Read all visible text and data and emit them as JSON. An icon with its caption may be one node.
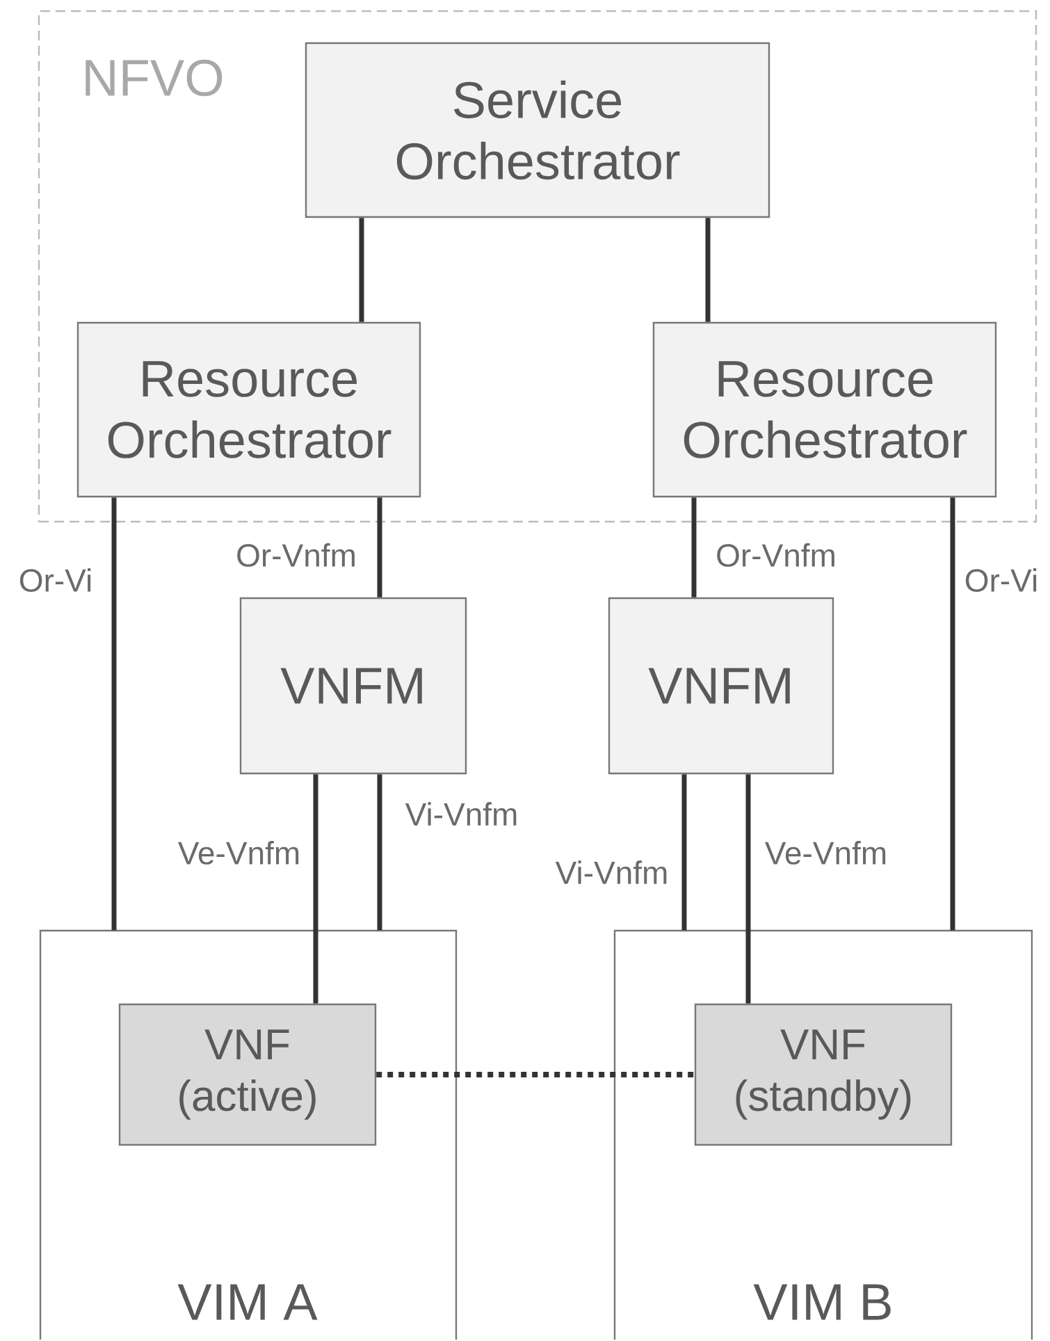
{
  "diagram": {
    "nodes": [
      {
        "text": [
          "NFVO"
        ]
      },
      {
        "text": [
          "Service Orchestrator"
        ],
        "in": 0
      },
      {
        "text": [
          "Resource Orchestrator"
        ],
        "in": 0
      },
      {
        "text": [
          "Resource Orchestrator"
        ],
        "in": 0
      },
      {
        "text": [
          "VNFM"
        ]
      },
      {
        "text": [
          "VNFM"
        ]
      },
      {
        "text": [
          "VIM A"
        ]
      },
      {
        "text": [
          "VIM B"
        ]
      },
      {
        "text": [
          "VNF (active)"
        ],
        "in": 6
      },
      {
        "text": [
          "VNF (standby)"
        ],
        "in": 7
      }
    ],
    "edges": [
      {
        "from": 1,
        "to": 2,
        "arrow": "none"
      },
      {
        "from": 1,
        "to": 3,
        "arrow": "none"
      },
      {
        "from": 2,
        "to": 6,
        "arrow": "none",
        "label": "Or-Vi"
      },
      {
        "from": 2,
        "to": 4,
        "arrow": "none",
        "label": "Or-Vnfm"
      },
      {
        "from": 3,
        "to": 5,
        "arrow": "none",
        "label": "Or-Vnfm"
      },
      {
        "from": 3,
        "to": 7,
        "arrow": "none",
        "label": "Or-Vi"
      },
      {
        "from": 4,
        "to": 8,
        "arrow": "none",
        "label": "Ve-Vnfm"
      },
      {
        "from": 4,
        "to": 6,
        "arrow": "none",
        "label": "Vi-Vnfm"
      },
      {
        "from": 5,
        "to": 7,
        "arrow": "none",
        "label": "Vi-Vnfm"
      },
      {
        "from": 5,
        "to": 9,
        "arrow": "none",
        "label": "Ve-Vnfm"
      },
      {
        "from": 8,
        "to": 9,
        "arrow": "none",
        "style": "dashed"
      }
    ]
  }
}
